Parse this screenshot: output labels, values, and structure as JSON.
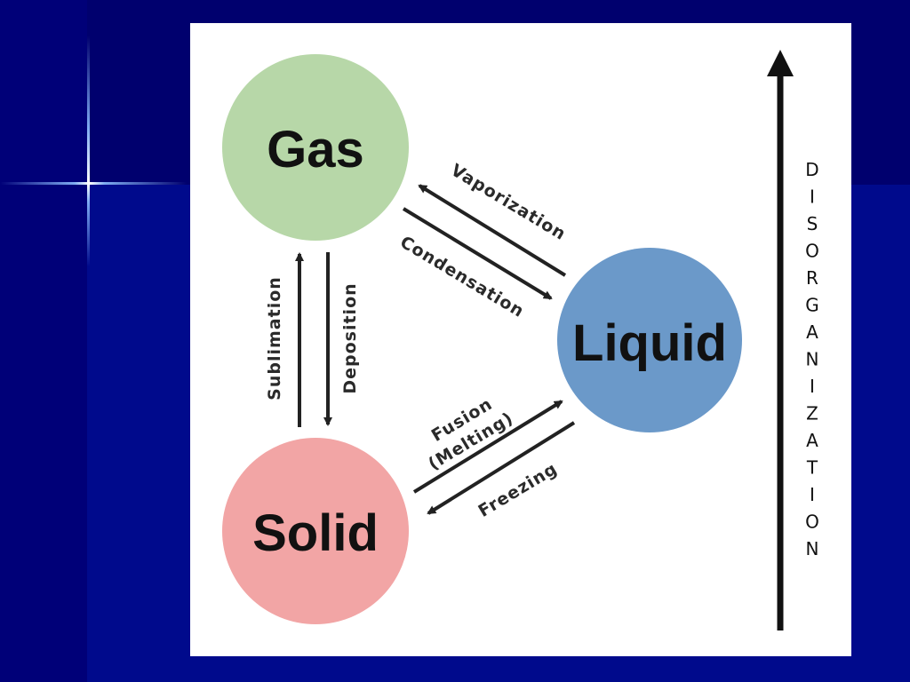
{
  "states": {
    "gas": "Gas",
    "liquid": "Liquid",
    "solid": "Solid"
  },
  "transitions": {
    "vaporization": "Vaporization",
    "condensation": "Condensation",
    "sublimation": "Sublimation",
    "deposition": "Deposition",
    "fusion": "Fusion",
    "melting": "(Melting)",
    "freezing": "Freezing"
  },
  "axis": {
    "letters": [
      "D",
      "I",
      "S",
      "O",
      "R",
      "G",
      "A",
      "N",
      "I",
      "Z",
      "A",
      "T",
      "I",
      "O",
      "N"
    ]
  },
  "colors": {
    "gas": "#b7d7a8",
    "liquid": "#6b99c9",
    "solid": "#f2a5a5",
    "background": "#000a8c"
  }
}
